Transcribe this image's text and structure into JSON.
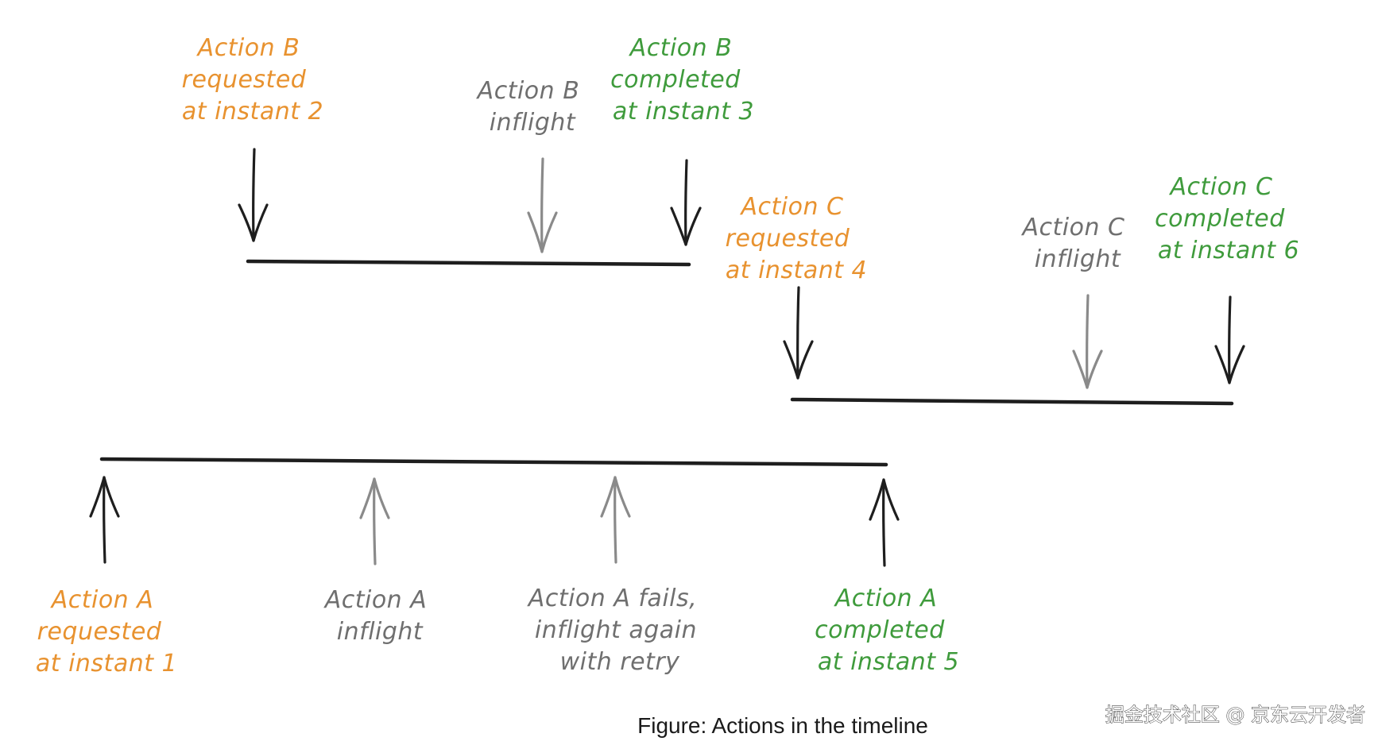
{
  "colors": {
    "requested": "#e8922f",
    "completed": "#3f9b3c",
    "inflight": "#6f6f6f"
  },
  "labels": {
    "b_requested": [
      "Action B",
      "requested",
      "at instant 2"
    ],
    "b_inflight": [
      "Action B",
      "inflight"
    ],
    "b_completed": [
      "Action B",
      "completed",
      "at instant 3"
    ],
    "c_requested": [
      "Action C",
      "requested",
      "at instant 4"
    ],
    "c_inflight": [
      "Action C",
      "inflight"
    ],
    "c_completed": [
      "Action C",
      "completed",
      "at instant 6"
    ],
    "a_requested": [
      "Action A",
      "requested",
      "at instant 1"
    ],
    "a_inflight": [
      "Action A",
      "inflight"
    ],
    "a_retry": [
      "Action A fails,",
      "inflight again",
      "with retry"
    ],
    "a_completed": [
      "Action A",
      "completed",
      "at instant 5"
    ]
  },
  "caption": "Figure: Actions in the timeline",
  "watermark": "掘金技术社区 @ 京东云开发者"
}
